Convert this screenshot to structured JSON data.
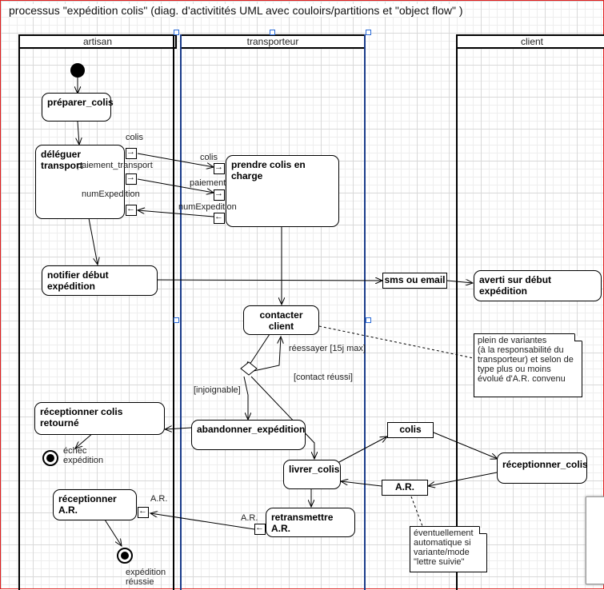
{
  "title": "processus \"expédition colis\" (diag. d'activitités UML avec couloirs/partitions et \"object flow\" )",
  "lanes": {
    "artisan": "artisan",
    "transporteur": "transporteur",
    "client": "client"
  },
  "activities": {
    "preparer": "préparer_colis",
    "deleguer": "déléguer transport",
    "notifier": "notifier début expédition",
    "receptionner_retour": "réceptionner colis retourné",
    "receptionner_ar": "réceptionner A.R.",
    "prendre": "prendre colis en charge",
    "contacter": "contacter client",
    "abandonner": "abandonner_expédition",
    "livrer": "livrer_colis",
    "retransmettre": "retransmettre A.R.",
    "averti": "averti sur début expédition",
    "receptionner_colis": "réceptionner_colis"
  },
  "objects": {
    "sms": "sms ou email",
    "colis": "colis",
    "ar": "A.R."
  },
  "labels": {
    "colis_out": "colis",
    "paiement_transport": "paiement_transport",
    "numExpedition_in": "numExpedition",
    "colis_in": "colis",
    "paiement_in": "paiement",
    "numExpedition_out": "numExpedition",
    "reessayer": "réessayer [15j max]",
    "contact_reussi": "[contact réussi]",
    "injoignable": "[injoignable]",
    "echec": "échec\nexpédition",
    "ar_pin_artisan": "A.R.",
    "ar_pin_transp": "A.R.",
    "reussie": "expédition\nréussie"
  },
  "notes": {
    "variantes": "plein de variantes\n(à la responsabilité du\ntransporteur) et selon de\ntype plus ou moins\névolué d'A.R. convenu",
    "automatique": "éventuellement\nautomatique si\nvariante/mode\n\"lettre suivie\""
  }
}
